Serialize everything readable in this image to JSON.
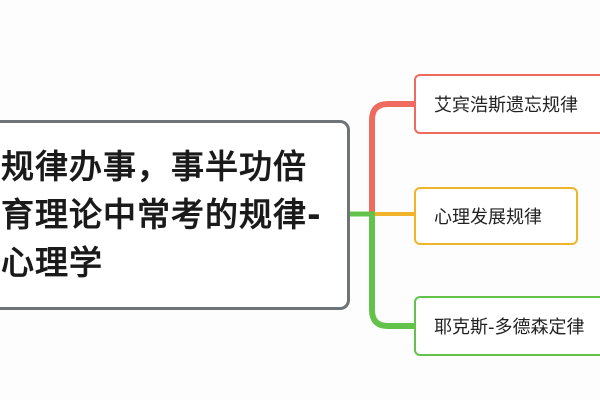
{
  "root": {
    "lines": [
      "规律办事，事半功倍",
      "育理论中常考的规律-",
      "心理学"
    ],
    "border_color": "#6f7478"
  },
  "branches": [
    {
      "label": "艾宾浩斯遗忘规律",
      "color": "#ef6b5e"
    },
    {
      "label": "心理发展规律",
      "color": "#efb42a"
    },
    {
      "label": "耶克斯-多德森定律",
      "color": "#62c24a"
    }
  ]
}
